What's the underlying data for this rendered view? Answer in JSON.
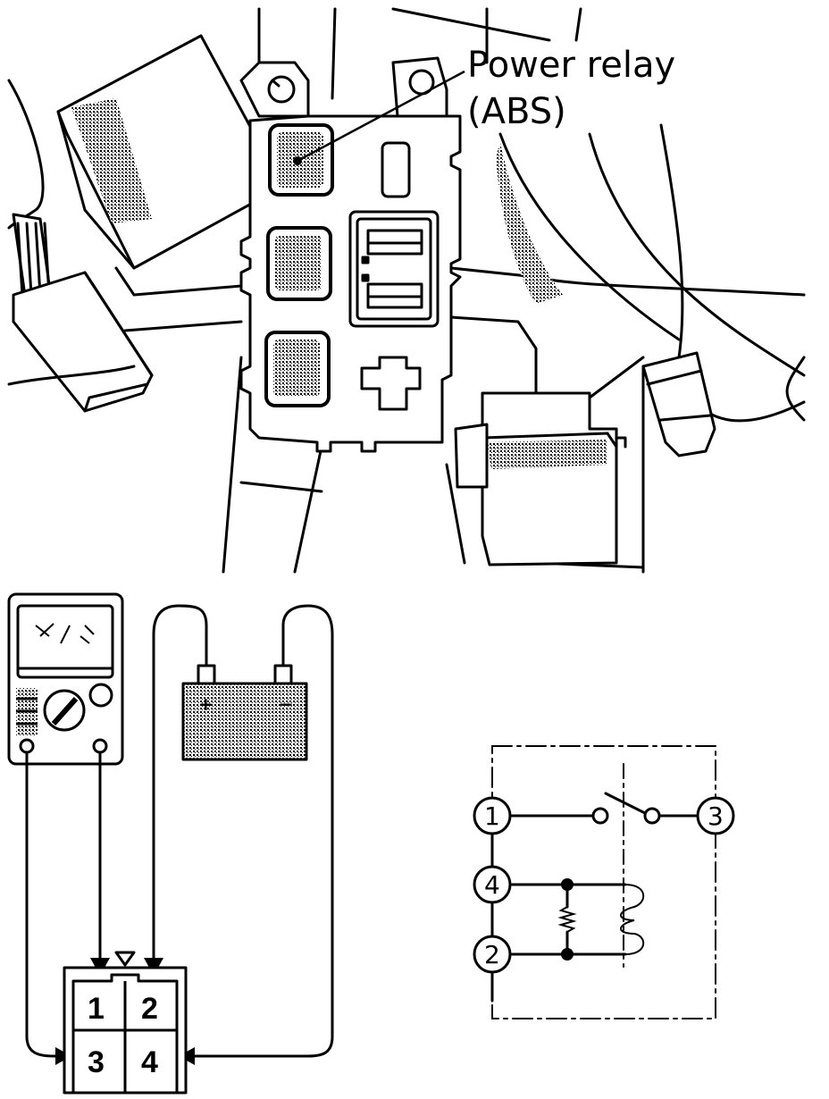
{
  "callout": {
    "line1": "Power relay",
    "line2": "(ABS)"
  },
  "battery": {
    "plus": "+",
    "minus": "−"
  },
  "connector": {
    "pins": [
      "1",
      "2",
      "3",
      "4"
    ]
  },
  "schematic": {
    "terminals": [
      "1",
      "4",
      "2",
      "3"
    ]
  },
  "colors": {
    "ink": "#000000",
    "shade": "#bfbfbf",
    "paper": "#ffffff"
  }
}
